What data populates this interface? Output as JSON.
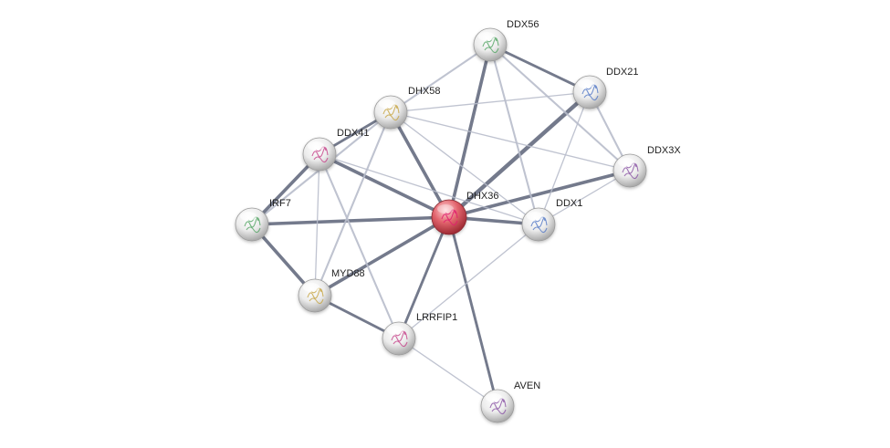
{
  "network": {
    "nodes": [
      {
        "id": "DHX36",
        "label": "DHX36",
        "query": true
      },
      {
        "id": "DDX56",
        "label": "DDX56",
        "query": false
      },
      {
        "id": "DDX21",
        "label": "DDX21",
        "query": false
      },
      {
        "id": "DHX58",
        "label": "DHX58",
        "query": false
      },
      {
        "id": "DDX41",
        "label": "DDX41",
        "query": false
      },
      {
        "id": "DDX3X",
        "label": "DDX3X",
        "query": false
      },
      {
        "id": "IRF7",
        "label": "IRF7",
        "query": false
      },
      {
        "id": "DDX1",
        "label": "DDX1",
        "query": false
      },
      {
        "id": "MYD88",
        "label": "MYD88",
        "query": false
      },
      {
        "id": "LRRFIP1",
        "label": "LRRFIP1",
        "query": false
      },
      {
        "id": "AVEN",
        "label": "AVEN",
        "query": false
      }
    ],
    "edges": [
      {
        "source": "DHX36",
        "target": "DDX56",
        "strength": 4
      },
      {
        "source": "DHX36",
        "target": "DDX21",
        "strength": 5
      },
      {
        "source": "DHX36",
        "target": "DHX58",
        "strength": 4
      },
      {
        "source": "DHX36",
        "target": "DDX41",
        "strength": 4
      },
      {
        "source": "DHX36",
        "target": "DDX3X",
        "strength": 4
      },
      {
        "source": "DHX36",
        "target": "IRF7",
        "strength": 4
      },
      {
        "source": "DHX36",
        "target": "DDX1",
        "strength": 4
      },
      {
        "source": "DHX36",
        "target": "MYD88",
        "strength": 4
      },
      {
        "source": "DHX36",
        "target": "LRRFIP1",
        "strength": 3
      },
      {
        "source": "DHX36",
        "target": "AVEN",
        "strength": 3
      },
      {
        "source": "DDX56",
        "target": "DDX21",
        "strength": 3
      },
      {
        "source": "DDX56",
        "target": "DHX58",
        "strength": 2
      },
      {
        "source": "DDX56",
        "target": "DDX3X",
        "strength": 2
      },
      {
        "source": "DDX56",
        "target": "DDX1",
        "strength": 2
      },
      {
        "source": "DDX21",
        "target": "DHX58",
        "strength": 1
      },
      {
        "source": "DDX21",
        "target": "DDX3X",
        "strength": 2
      },
      {
        "source": "DDX21",
        "target": "DDX1",
        "strength": 1
      },
      {
        "source": "DHX58",
        "target": "DDX41",
        "strength": 3
      },
      {
        "source": "DHX58",
        "target": "DDX3X",
        "strength": 1
      },
      {
        "source": "DHX58",
        "target": "DDX1",
        "strength": 1
      },
      {
        "source": "DHX58",
        "target": "IRF7",
        "strength": 2
      },
      {
        "source": "DHX58",
        "target": "MYD88",
        "strength": 2
      },
      {
        "source": "DDX41",
        "target": "IRF7",
        "strength": 4
      },
      {
        "source": "DDX41",
        "target": "MYD88",
        "strength": 1
      },
      {
        "source": "DDX41",
        "target": "LRRFIP1",
        "strength": 2
      },
      {
        "source": "DDX41",
        "target": "DDX1",
        "strength": 1
      },
      {
        "source": "DDX3X",
        "target": "DDX1",
        "strength": 1
      },
      {
        "source": "IRF7",
        "target": "MYD88",
        "strength": 4
      },
      {
        "source": "MYD88",
        "target": "LRRFIP1",
        "strength": 3
      },
      {
        "source": "LRRFIP1",
        "target": "AVEN",
        "strength": 1
      },
      {
        "source": "LRRFIP1",
        "target": "DDX1",
        "strength": 1
      }
    ]
  },
  "colors": {
    "query_node": "#d64550",
    "node": "#e8e8e8",
    "edge_strong": "#5c6378",
    "edge_weak": "#b8bccb"
  }
}
